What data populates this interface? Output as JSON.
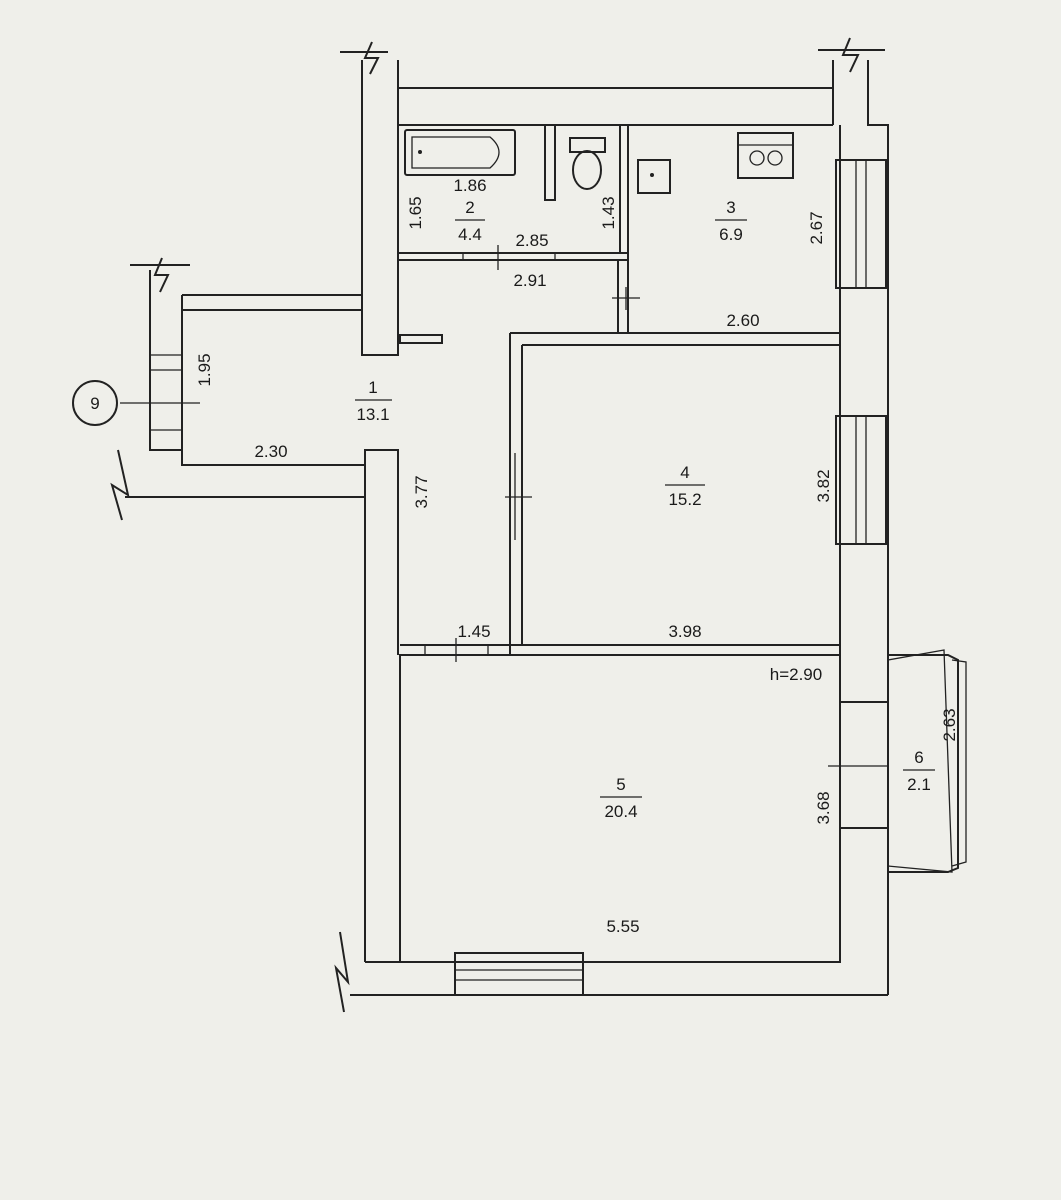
{
  "rooms": [
    {
      "number": "1",
      "area": "13.1"
    },
    {
      "number": "2",
      "area": "4.4"
    },
    {
      "number": "3",
      "area": "6.9"
    },
    {
      "number": "4",
      "area": "15.2"
    },
    {
      "number": "5",
      "area": "20.4"
    },
    {
      "number": "6",
      "area": "2.1"
    }
  ],
  "dimensions": {
    "bath_width": "1.86",
    "bath_height": "1.65",
    "wc_height": "1.43",
    "bath_block_width": "2.85",
    "corridor_top": "2.91",
    "kitchen_height": "2.67",
    "kitchen_width": "2.60",
    "hall_left_height": "1.95",
    "hall_bottom": "2.30",
    "corridor_height": "3.77",
    "bedroom_height": "3.82",
    "bedroom_width": "3.98",
    "corridor_bottom": "1.45",
    "living_height": "3.68",
    "living_width": "5.55",
    "balcony_height": "2.63"
  },
  "ceiling_height": "h=2.90",
  "apartment_marker": "9"
}
